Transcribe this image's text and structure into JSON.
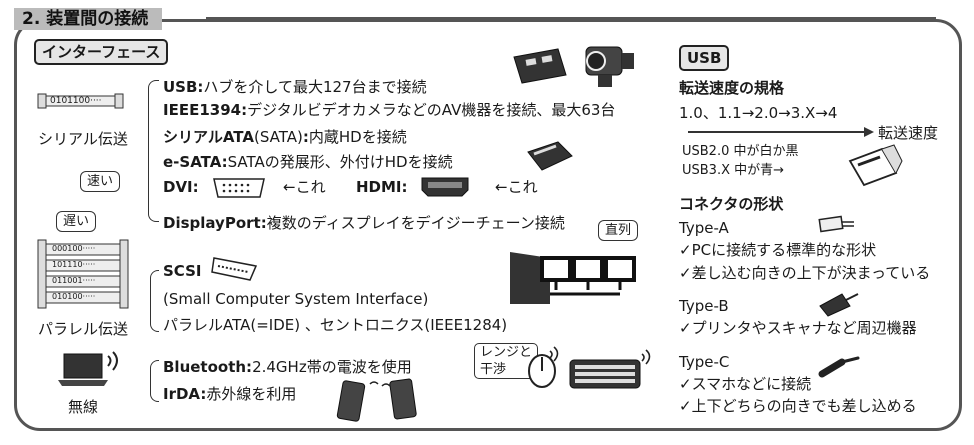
{
  "section_title": "2. 装置間の接続",
  "interface_tag": "インターフェース",
  "left": {
    "serial_chip_text": "0101100····",
    "serial_label": "シリアル伝送",
    "fast_badge": "速い",
    "slow_badge": "遅い",
    "parallel_rows": [
      "000100·····",
      "101110·····",
      "011001·····",
      "010100·····"
    ],
    "parallel_label": "パラレル伝送",
    "wireless_label": "無線"
  },
  "middle": {
    "usb_key": "USB:",
    "usb_text": "ハブを介して最大127台まで接続",
    "ieee_key": "IEEE1394:",
    "ieee_text": "デジタルビデオカメラなどのAV機器を接続、最大63台",
    "sata_key": "シリアルATA",
    "sata_mid": "(SATA)",
    "sata_colon": ":",
    "sata_text": "内蔵HDを接続",
    "esata_key": "e-SATA:",
    "esata_text": "SATAの発展形、外付けHDを接続",
    "dvi_key": "DVI:",
    "dvi_arrow": "←これ",
    "hdmi_key": "HDMI:",
    "hdmi_arrow": "←これ",
    "dp_key": "DisplayPort:",
    "dp_text": "複数のディスプレイをデイジーチェーン接続",
    "daisy_badge": "直列",
    "scsi_key": "SCSI",
    "scsi_full": "(Small Computer System Interface)",
    "parallel_ata": "パラレルATA(=IDE) 、セントロニクス(IEEE1284)",
    "bt_key": "Bluetooth:",
    "bt_text": "2.4GHz帯の電波を使用",
    "interference_badge_1": "レンジと",
    "interference_badge_2": "干渉",
    "irda_key": "IrDA:",
    "irda_text": "赤外線を利用"
  },
  "right": {
    "usb_tag": "USB",
    "speed_heading": "転送速度の規格",
    "versions": "1.0、1.1→2.0→3.X→4",
    "speed_axis": "転送速度",
    "usb2_note": "USB2.0 中が白か黒",
    "usb3_note": "USB3.X 中が青→",
    "connector_heading": "コネクタの形状",
    "type_a": "Type-A",
    "type_a_1": "✓PCに接続する標準的な形状",
    "type_a_2": "✓差し込む向きの上下が決まっている",
    "type_b": "Type-B",
    "type_b_1": "✓プリンタやスキャナなど周辺機器",
    "type_c": "Type-C",
    "type_c_1": "✓スマホなどに接続",
    "type_c_2": "✓上下どちらの向きでも差し込める"
  }
}
